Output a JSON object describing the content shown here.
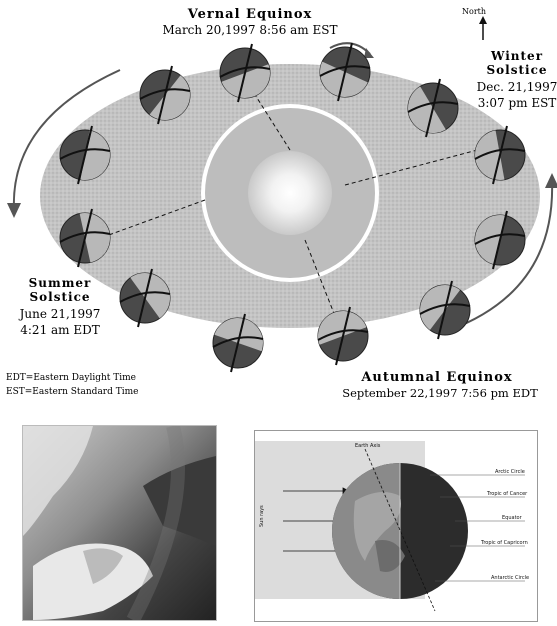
{
  "orbit_diagram": {
    "vernal_title": "Vernal Equinox",
    "vernal_date": "March 20,1997  8:56 am EST",
    "north_label": "North",
    "winter_title_1": "Winter",
    "winter_title_2": "Solstice",
    "winter_date_1": "Dec. 21,1997",
    "winter_date_2": "3:07 pm EST",
    "summer_title_1": "Summer",
    "summer_title_2": "Solstice",
    "summer_date_1": "June 21,1997",
    "summer_date_2": "4:21 am EDT",
    "autumn_title": "Autumnal Equinox",
    "autumn_date": "September 22,1997  7:56 pm EDT",
    "legend_edt": "EDT=Eastern Daylight Time",
    "legend_est": "EST=Eastern Standard Time"
  },
  "earth_figure": {
    "earth_axis": "Earth Axis",
    "sun_rays": "Sun rays",
    "arctic": "Arctic Circle",
    "tropic_cancer": "Tropic of Cancer",
    "equator": "Equator",
    "tropic_capricorn": "Tropic of Capricorn",
    "antarctic": "Antarctic Circle"
  },
  "colors": {
    "orbit_fill": "#c4c4c4",
    "sun_glow": "#ffffff",
    "globe_dark": "#4a4a4a",
    "globe_light": "#b8b8b8"
  }
}
